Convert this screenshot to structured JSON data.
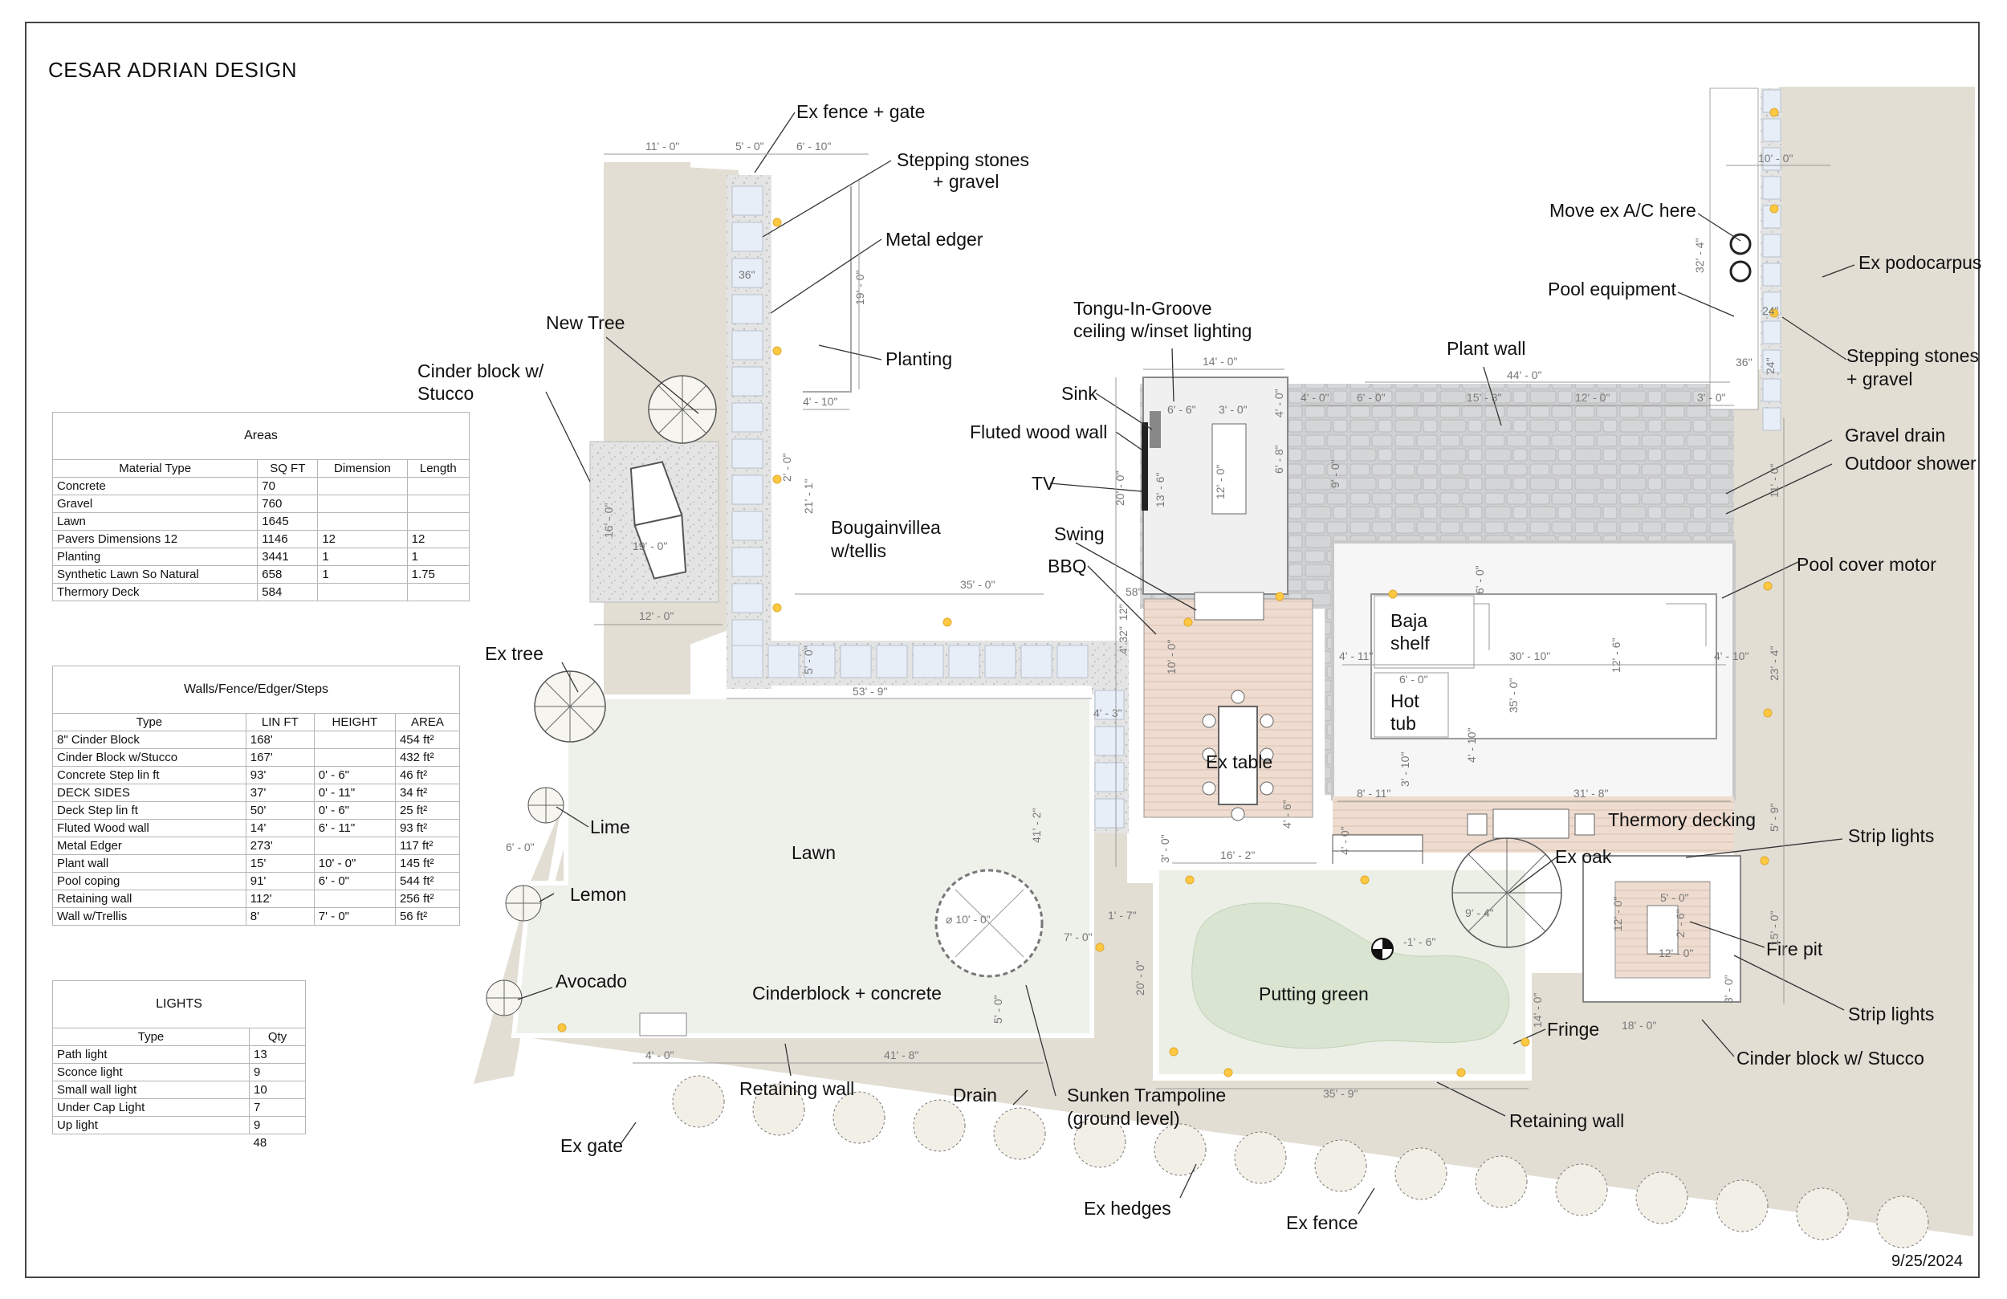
{
  "firm": "CESAR ADRIAN DESIGN",
  "date": "9/25/2024",
  "callouts": {
    "ex_fence_gate": "Ex fence + gate",
    "stepping_stones_1a": "Stepping stones",
    "stepping_stones_1b": "+ gravel",
    "metal_edger": "Metal edger",
    "new_tree": "New Tree",
    "planting": "Planting",
    "cinder_block_a": "Cinder block w/",
    "cinder_block_b": "Stucco",
    "tongue_a": "Tongu-In-Groove",
    "tongue_b": "ceiling w/inset lighting",
    "sink": "Sink",
    "fluted_wood_wall": "Fluted wood wall",
    "tv": "TV",
    "swing": "Swing",
    "bbq": "BBQ",
    "bougainvillea_a": "Bougainvillea",
    "bougainvillea_b": "w/tellis",
    "plant_wall": "Plant wall",
    "move_ac": "Move ex A/C here",
    "pool_equipment": "Pool equipment",
    "ex_podocarpus": "Ex podocarpus",
    "stepping_stones_2a": "Stepping stones",
    "stepping_stones_2b": "+ gravel",
    "gravel_drain": "Gravel drain",
    "outdoor_shower": "Outdoor shower",
    "pool_cover_motor": "Pool cover motor",
    "baja_a": "Baja",
    "baja_b": "shelf",
    "hot_a": "Hot",
    "hot_b": "tub",
    "ex_table": "Ex table",
    "ex_tree": "Ex tree",
    "lime": "Lime",
    "lemon": "Lemon",
    "avocado": "Avocado",
    "lawn": "Lawn",
    "cinderblock_concrete": "Cinderblock + concrete",
    "thermory_decking": "Thermory decking",
    "ex_oak": "Ex oak",
    "strip_lights_1": "Strip lights",
    "fire_pit": "Fire pit",
    "strip_lights_2": "Strip lights",
    "cinder_block_stucco": "Cinder block w/ Stucco",
    "putting_green": "Putting green",
    "fringe": "Fringe",
    "retaining_wall_1": "Retaining wall",
    "drain": "Drain",
    "sunken_a": "Sunken Trampoline",
    "sunken_b": "(ground level)",
    "retaining_wall_2": "Retaining wall",
    "ex_gate": "Ex gate",
    "ex_hedges": "Ex hedges",
    "ex_fence": "Ex fence"
  },
  "dims": {
    "d1": "11' - 0\"",
    "d2": "5' - 0\"",
    "d3": "6' - 10\"",
    "d4": "36\"",
    "d5": "19' - 0\"",
    "d6": "4' - 10\"",
    "d7": "21' - 1\"",
    "d8": "2' - 0\"",
    "d9": "16' - 0\"",
    "d10": "19' - 0\"",
    "d11": "12' - 0\"",
    "d12": "35' - 0\"",
    "d13": "5' - 0\"",
    "d14": "53' - 9\"",
    "d15": "4' - 3\"",
    "d16": "41' - 2\"",
    "d17": "6' - 0\"",
    "d18": "⌀ 10' - 0\"",
    "d19": "7' - 0\"",
    "d20": "1' - 7\"",
    "d21": "5' - 0\"",
    "d22": "4' - 0\"",
    "d23": "41' - 8\"",
    "d24": "14' - 0\"",
    "d25": "6' - 6\"",
    "d26": "3' - 0\"",
    "d27": "13' - 6\"",
    "d28": "20' - 0\"",
    "d29": "12' - 0\"",
    "d30": "6' - 8\"",
    "d31": "4' - 0\"",
    "d32": "4' - 0\"",
    "d33": "6' - 0\"",
    "d34": "15' - 3\"",
    "d35": "12' - 0\"",
    "d36": "3' - 0\"",
    "d37": "44' - 0\"",
    "d38": "9' - 0\"",
    "d39": "10' - 0\"",
    "d40": "32' - 4\"",
    "d41": "24\"",
    "d42": "36\"",
    "d43": "24\"",
    "d44": "11' - 0\"",
    "d45": "58\"",
    "d46": "12\"",
    "d47": "4' 32\"",
    "d48": "10' - 0\"",
    "d49": "6' - 0\"",
    "d50": "4' - 11\"",
    "d51": "6' - 0\"",
    "d52": "30' - 10\"",
    "d53": "35' - 0\"",
    "d54": "12' - 6\"",
    "d55": "4' - 10\"",
    "d56": "23' - 4\"",
    "d57": "4' - 10\"",
    "d58": "3' - 10\"",
    "d59": "8' - 11\"",
    "d60": "31' - 8\"",
    "d61": "5' - 9\"",
    "d62": "16' - 2\"",
    "d63": "3' - 0\"",
    "d64": "4' - 6\"",
    "d65": "9' - 4\"",
    "d66": "-1' - 6\"",
    "d67": "20' - 0\"",
    "d68": "5' - 0\"",
    "d69": "12' - 0\"",
    "d70": "12' - 0\"",
    "d71": "2' - 6\"",
    "d72": "15' - 0\"",
    "d73": "3' - 0\"",
    "d74": "14' - 0\"",
    "d75": "18' - 0\"",
    "d76": "35' - 9\"",
    "d77": "4' - 0\""
  },
  "areas_table": {
    "title": "Areas",
    "headers": [
      "Material Type",
      "SQ FT",
      "Dimension",
      "Length"
    ],
    "rows": [
      [
        "Concrete",
        "70",
        "",
        ""
      ],
      [
        "Gravel",
        "760",
        "",
        ""
      ],
      [
        "Lawn",
        "1645",
        "",
        ""
      ],
      [
        "Pavers Dimensions 12",
        "1146",
        "12",
        "12"
      ],
      [
        "Planting",
        "3441",
        "1",
        "1"
      ],
      [
        "Synthetic Lawn So Natural",
        "658",
        "1",
        "1.75"
      ],
      [
        "Thermory Deck",
        "584",
        "",
        ""
      ]
    ]
  },
  "walls_table": {
    "title": "Walls/Fence/Edger/Steps",
    "headers": [
      "Type",
      "LIN FT",
      "HEIGHT",
      "AREA"
    ],
    "rows": [
      [
        "8\" Cinder Block",
        "168'",
        "",
        "454 ft²"
      ],
      [
        "Cinder Block w/Stucco",
        "167'",
        "",
        "432 ft²"
      ],
      [
        "Concrete Step lin ft",
        "93'",
        "0' - 6\"",
        "46 ft²"
      ],
      [
        "DECK SIDES",
        "37'",
        "0' - 11\"",
        "34 ft²"
      ],
      [
        "Deck Step lin ft",
        "50'",
        "0' - 6\"",
        "25 ft²"
      ],
      [
        "Fluted Wood wall",
        "14'",
        "6' - 11\"",
        "93 ft²"
      ],
      [
        "Metal Edger",
        "273'",
        "",
        "117 ft²"
      ],
      [
        "Plant wall",
        "15'",
        "10' - 0\"",
        "145 ft²"
      ],
      [
        "Pool coping",
        "91'",
        "6' - 0\"",
        "544 ft²"
      ],
      [
        "Retaining wall",
        "112'",
        "",
        "256 ft²"
      ],
      [
        "Wall w/Trellis",
        "8'",
        "7' - 0\"",
        "56 ft²"
      ]
    ]
  },
  "lights_table": {
    "title": "LIGHTS",
    "headers": [
      "Type",
      "Qty"
    ],
    "rows": [
      [
        "Path light",
        "13"
      ],
      [
        "Sconce light",
        "9"
      ],
      [
        "Small wall light",
        "10"
      ],
      [
        "Under Cap Light",
        "7"
      ],
      [
        "Up light",
        "9"
      ]
    ],
    "total": "48"
  }
}
